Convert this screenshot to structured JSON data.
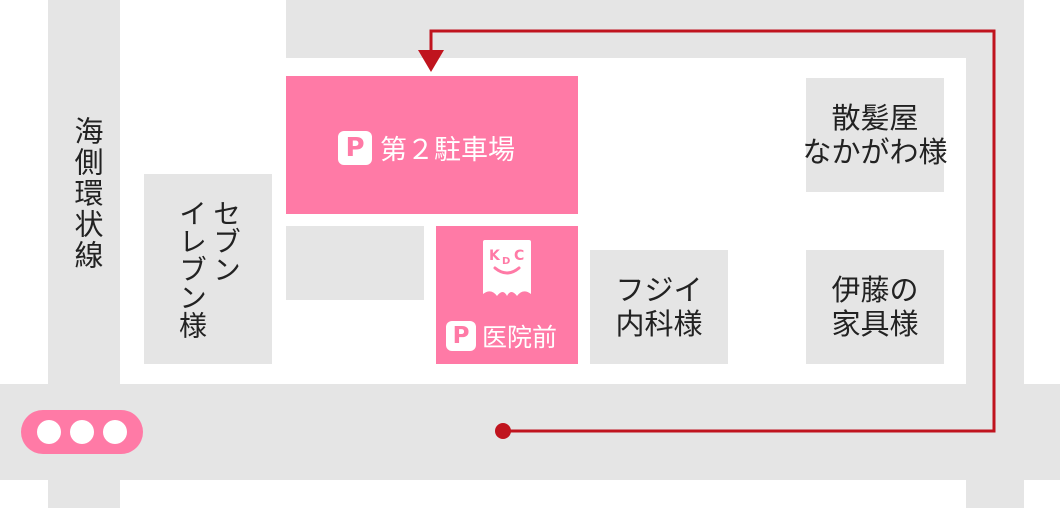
{
  "colors": {
    "road": "#e5e5e5",
    "accent": "#ff7aa6",
    "route": "#c0141e",
    "text": "#222222"
  },
  "roads": {
    "coastal_road": "海側環状線"
  },
  "parking": {
    "lot2": {
      "badge": "P",
      "label": "第２駐車場"
    },
    "front": {
      "badge": "P",
      "label": "医院前"
    }
  },
  "clinic_logo": {
    "letters_top": "K",
    "letters_mid": "D",
    "letters_right": "C"
  },
  "buildings": {
    "seven_eleven": "セブン\nイレブン様",
    "fujii": "フジイ\n内科様",
    "nakagawa": "散髪屋\nなかがわ様",
    "ito": "伊藤の\n家具様"
  },
  "traffic_light": {
    "lamps": 3
  }
}
